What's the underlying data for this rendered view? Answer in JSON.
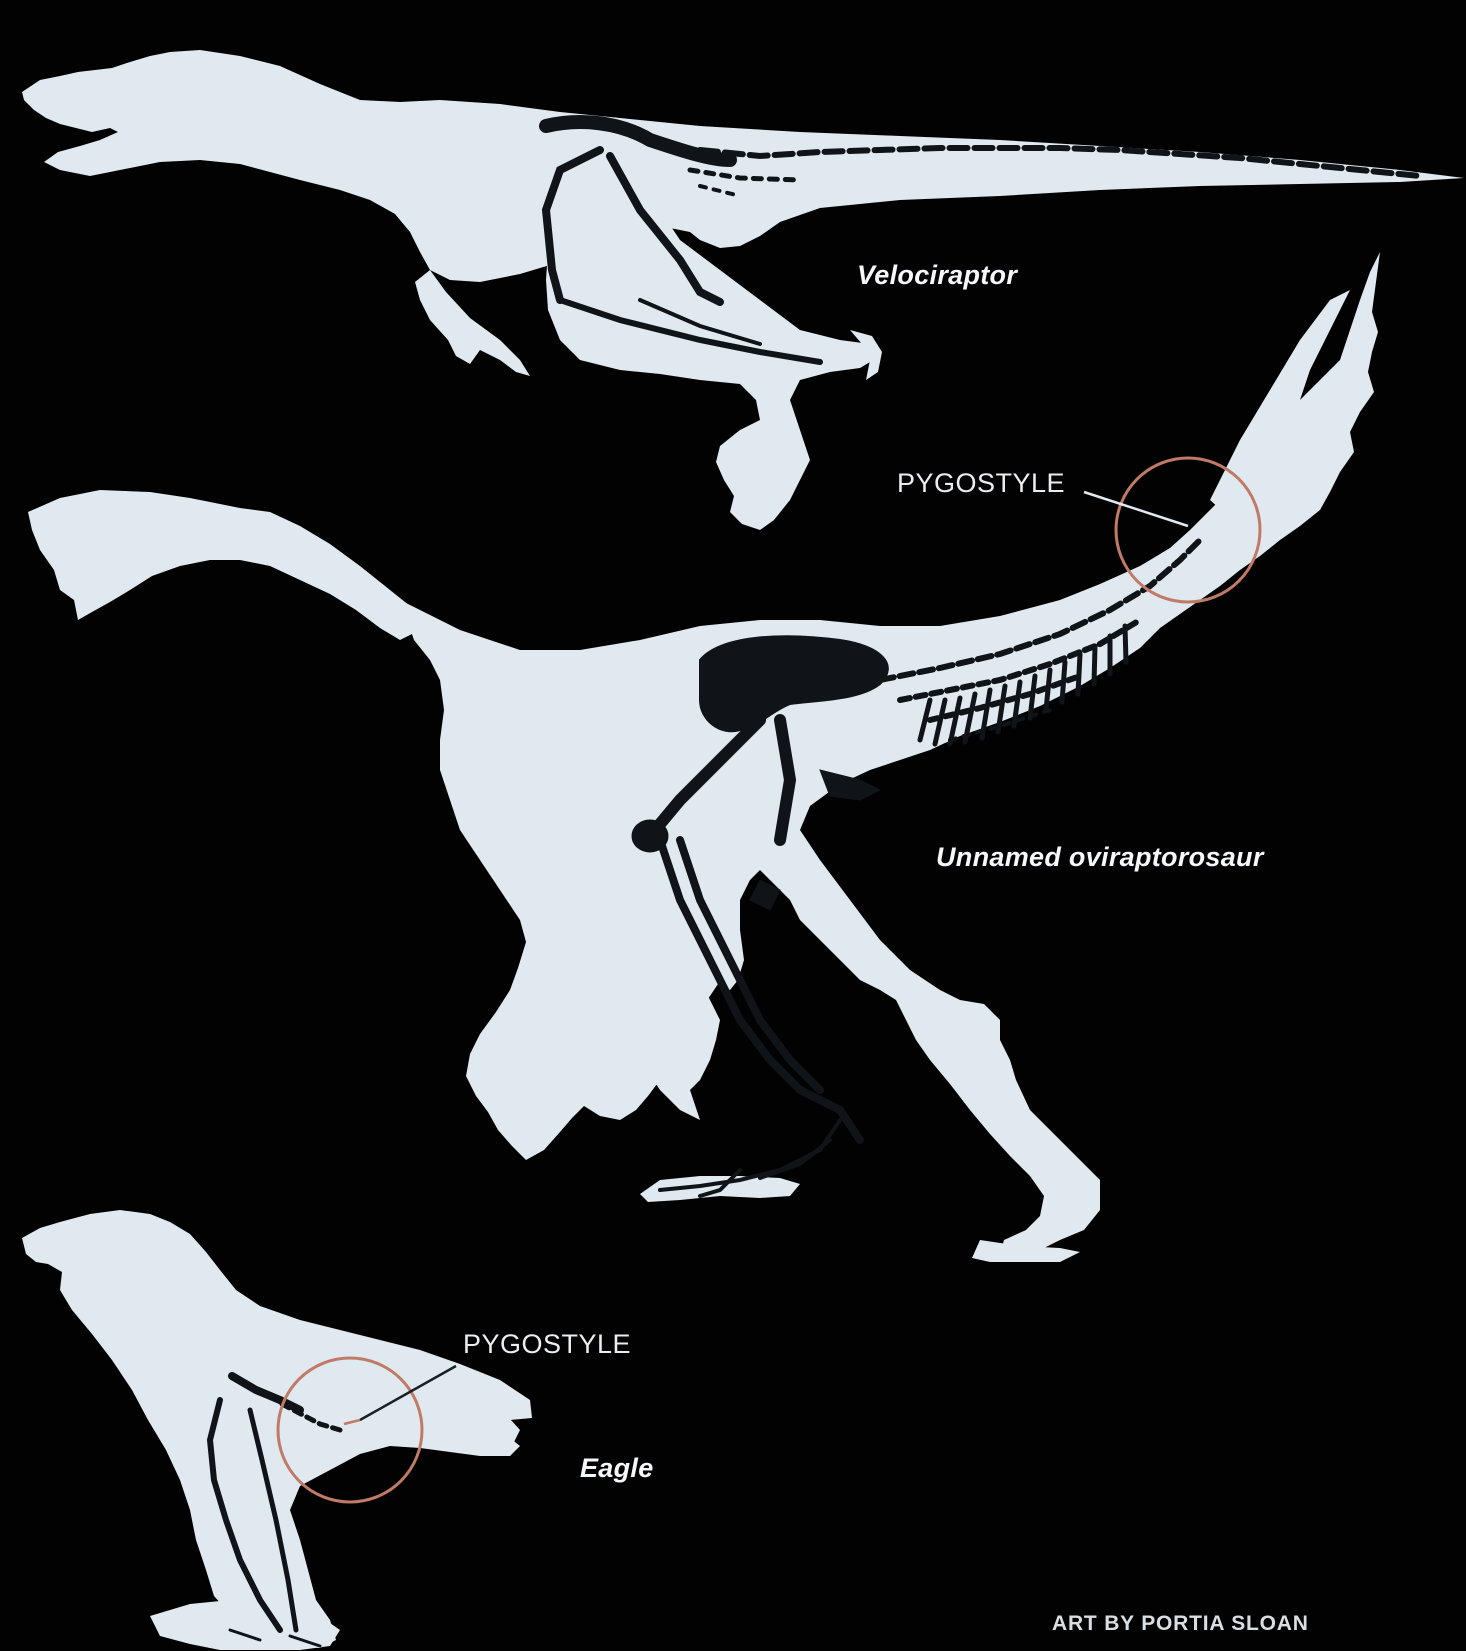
{
  "labels": {
    "velociraptor": "Velociraptor",
    "oviraptorosaur": "Unnamed oviraptorosaur",
    "eagle": "Eagle"
  },
  "callouts": {
    "pygostyle_upper": "PYGOSTYLE",
    "pygostyle_lower": "PYGOSTYLE"
  },
  "credit": "ART BY PORTIA SLOAN",
  "colors": {
    "background": "#020203",
    "silhouette": "#dfe9ef",
    "skeleton": "#101418",
    "highlight_circle": "#c07a66"
  }
}
